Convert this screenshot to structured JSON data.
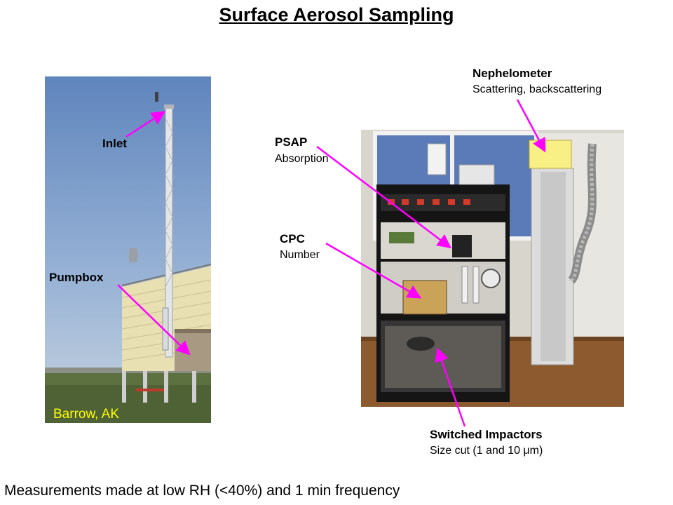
{
  "slide": {
    "title": "Surface Aerosol Sampling",
    "footer": "Measurements made at low RH (<40%) and 1 min frequency"
  },
  "left_photo": {
    "caption": "Barrow, AK",
    "labels": {
      "inlet": "Inlet",
      "pumpbox": "Pumpbox"
    }
  },
  "right_photo": {
    "labels": {
      "nephelometer": {
        "name": "Nephelometer",
        "desc": "Scattering, backscattering"
      },
      "psap": {
        "name": "PSAP",
        "desc": "Absorption"
      },
      "cpc": {
        "name": "CPC",
        "desc": "Number"
      },
      "impactors": {
        "name": "Switched Impactors",
        "desc": "Size cut (1 and 10 μm)"
      }
    }
  },
  "colors": {
    "arrow": "#ff00ff",
    "caption": "#ffff00"
  }
}
